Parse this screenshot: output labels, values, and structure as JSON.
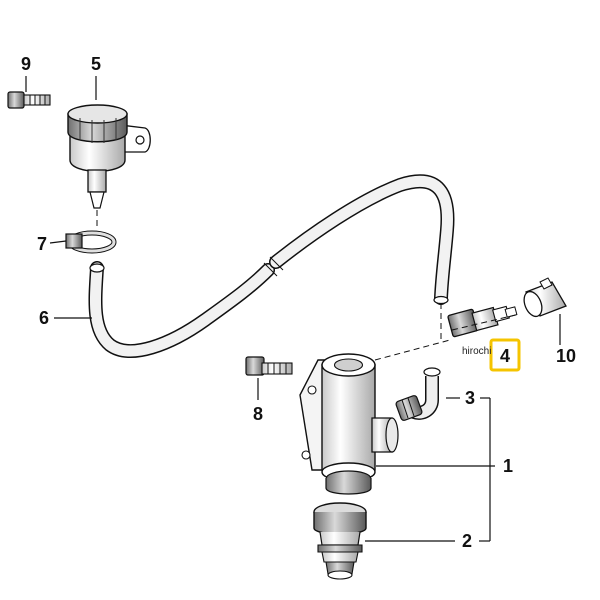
{
  "diagram": {
    "callouts": {
      "c1": "1",
      "c2": "2",
      "c3": "3",
      "c4": "4",
      "c5": "5",
      "c6": "6",
      "c7": "7",
      "c8": "8",
      "c9": "9",
      "c10": "10"
    },
    "highlight_color": "#f5c400",
    "watermark": "hirochi"
  }
}
